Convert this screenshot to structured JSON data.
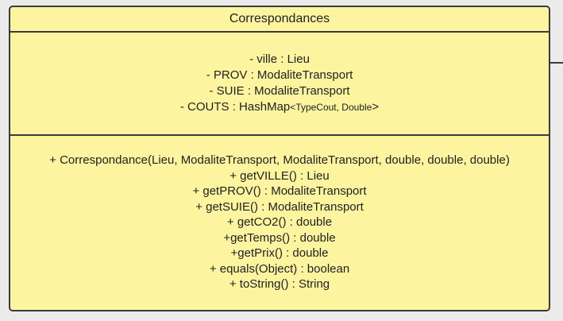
{
  "class": {
    "name": "Correspondances"
  },
  "attributes": [
    "- ville : Lieu",
    "- PROV : ModaliteTransport",
    "- SUIE : ModaliteTransport"
  ],
  "couts_attribute": {
    "prefix": "- COUTS : HashMap",
    "generic": "<TypeCout, Double",
    "suffix": ">"
  },
  "operations": [
    "+ Correspondance(Lieu, ModaliteTransport, ModaliteTransport, double, double, double)",
    "+ getVILLE() : Lieu",
    "+ getPROV() : ModaliteTransport",
    "+ getSUIE() : ModaliteTransport",
    "+ getCO2() : double",
    "+getTemps() : double",
    "+getPrix() : double",
    "+ equals(Object) : boolean",
    "+ toString() : String"
  ]
}
